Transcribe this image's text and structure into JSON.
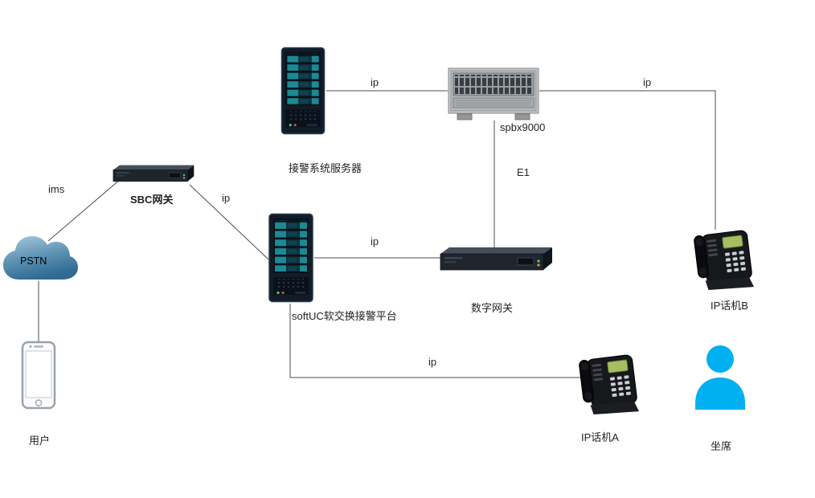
{
  "diagram": {
    "nodes": {
      "alarm_server": {
        "label": "接警系统服务器",
        "icon": "server-tower-icon"
      },
      "spbx": {
        "label": "spbx9000",
        "icon": "pbx-rack-icon"
      },
      "sbc_gateway": {
        "label": "SBC网关",
        "icon": "gateway-box-icon"
      },
      "pstn_cloud": {
        "label": "PSTN",
        "icon": "cloud-icon"
      },
      "user": {
        "label": "用户",
        "icon": "smartphone-icon"
      },
      "softuc_server": {
        "label": "softUC软交换接警平台",
        "icon": "server-tower-icon"
      },
      "digital_gateway": {
        "label": "数字网关",
        "icon": "gateway-box-icon"
      },
      "ip_phone_b": {
        "label": "IP话机B",
        "icon": "ip-phone-icon"
      },
      "ip_phone_a": {
        "label": "IP话机A",
        "icon": "ip-phone-icon"
      },
      "agent": {
        "label": "坐席",
        "icon": "person-icon"
      }
    },
    "edge_labels": {
      "pstn_sbc": "ims",
      "alarm_spbx": "ip",
      "spbx_phone_b": "ip",
      "spbx_digital_gateway": "E1",
      "sbc_softuc": "ip",
      "softuc_digital_gateway": "ip",
      "softuc_phone_a": "ip"
    },
    "colors": {
      "agent_person": "#00b0f0",
      "connector_line": "#4d4d4d",
      "server_accent": "#1b8a94",
      "phone_screen": "#a6c061",
      "cloud_blue": "#4a86ac"
    }
  }
}
